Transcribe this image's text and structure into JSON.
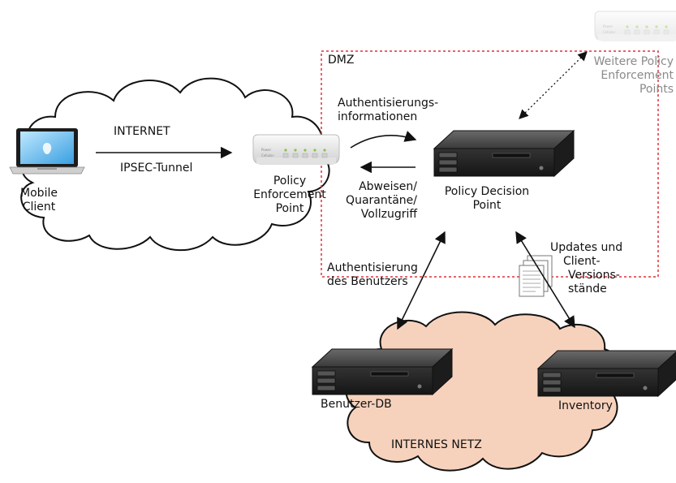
{
  "zones": {
    "internet": "INTERNET",
    "dmz": "DMZ",
    "internal": "INTERNES NETZ"
  },
  "nodes": {
    "mobile_client": [
      "Mobile",
      "Client"
    ],
    "pep": [
      "Policy",
      "Enforcement",
      "Point"
    ],
    "pdp": [
      "Policy Decision",
      "Point"
    ],
    "other_peps": [
      "Weitere Policy",
      "Enforcement",
      "Points"
    ],
    "user_db": "Benutzer-DB",
    "inventory": "Inventory"
  },
  "edges": {
    "tunnel": "IPSEC-Tunnel",
    "auth_info": [
      "Authentisierungs-",
      "informationen"
    ],
    "decision": [
      "Abweisen/",
      "Quarantäne/",
      "Vollzugriff"
    ],
    "user_auth": [
      "Authentisierung",
      "des Benutzers"
    ],
    "updates": [
      "Updates und",
      "Client-",
      "Versions-",
      "stände"
    ]
  },
  "colors": {
    "dmz_border": "#e0303a",
    "internal_cloud": "#f6d2bd",
    "cloud_stroke": "#111111",
    "server_body": "#2a2a2a"
  }
}
